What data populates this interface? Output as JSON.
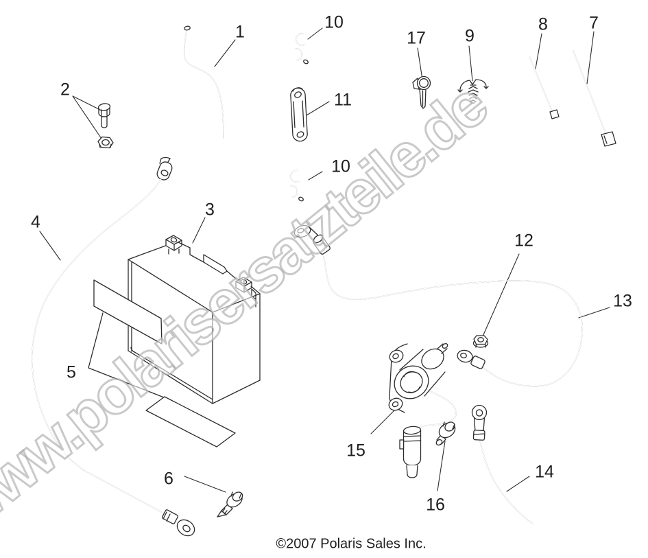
{
  "diagram": {
    "title_hint": "Polaris battery / electrical parts exploded diagram",
    "watermark_text": "www.polarisersatzteile.de",
    "copyright_text": "©2007 Polaris Sales Inc.",
    "colors": {
      "line": "#2b2b2b",
      "background": "#ffffff",
      "watermark_gray": "#acacac"
    },
    "callouts": [
      {
        "text": "1",
        "part": "vent-tube"
      },
      {
        "text": "2",
        "part": "bolt-and-nut"
      },
      {
        "text": "3",
        "part": "battery"
      },
      {
        "text": "4",
        "part": "battery-cable-long"
      },
      {
        "text": "5",
        "part": "battery-strap-and-pad"
      },
      {
        "text": "6",
        "part": "hex-flange-bolt"
      },
      {
        "text": "7",
        "part": "long-socket-bolt"
      },
      {
        "text": "8",
        "part": "short-rod-bolt"
      },
      {
        "text": "9",
        "part": "fir-tree-clip"
      },
      {
        "text": "10",
        "part": "s-clip-upper"
      },
      {
        "text": "10",
        "part": "s-clip-lower"
      },
      {
        "text": "11",
        "part": "terminal-link-strap"
      },
      {
        "text": "12",
        "part": "flange-nut"
      },
      {
        "text": "13",
        "part": "cable-with-ring-terminals"
      },
      {
        "text": "14",
        "part": "ground-cable"
      },
      {
        "text": "15",
        "part": "solenoid"
      },
      {
        "text": "16",
        "part": "flange-button-bolt"
      },
      {
        "text": "17",
        "part": "push-rivet"
      }
    ]
  }
}
